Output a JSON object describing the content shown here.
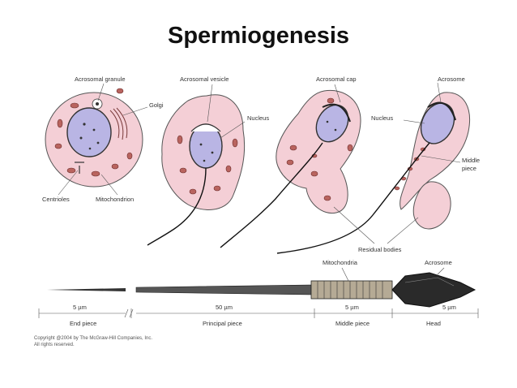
{
  "title": "Spermiogenesis",
  "labels": {
    "acrosomal_granule": "Acrosomal granule",
    "golgi": "Golgi",
    "centrioles": "Centrioles",
    "mitochondrion": "Mitochondrion",
    "acrosomal_vesicle": "Acrosomal vesicle",
    "nucleus_1": "Nucleus",
    "acrosomal_cap": "Acrosomal cap",
    "nucleus_2": "Nucleus",
    "acrosome_top": "Acrosome",
    "middle_piece_1": "Middle",
    "middle_piece_2": "piece",
    "residual_bodies": "Residual bodies",
    "mitochondria": "Mitochondria",
    "acrosome_bottom": "Acrosome"
  },
  "scale": {
    "end_size": "5 µm",
    "principal_size": "50 µm",
    "middle_size": "5 µm",
    "head_size": "5 µm",
    "end_piece": "End piece",
    "principal_piece": "Principal piece",
    "middle_piece": "Middle piece",
    "head": "Head"
  },
  "copyright": {
    "line1": "Copyright @2004 by The McGraw-Hill Companies, Inc.",
    "line2": "All rights reserved."
  },
  "colors": {
    "cell": "#f4cfd6",
    "nucleus": "#b9b5e4",
    "mitochondria": "#b9645f"
  }
}
